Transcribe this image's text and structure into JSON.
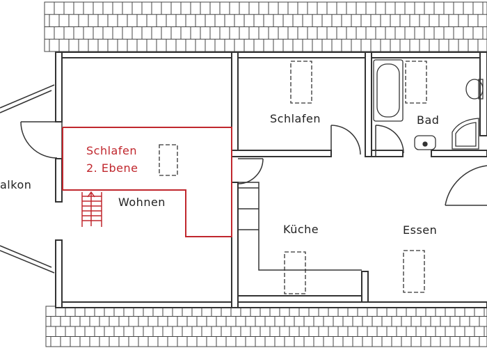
{
  "rooms": {
    "balkon": "alkon",
    "wohnen": "Wohnen",
    "schlafen": "Schlafen",
    "bad": "Bad",
    "kueche": "Küche",
    "essen": "Essen",
    "gallery_line1": "Schlafen",
    "gallery_line2": "2. Ebene"
  },
  "colors": {
    "wall": "#333333",
    "gallery_outline": "#c0272d",
    "stair": "#c0272d",
    "roof_hatch": "#444444"
  }
}
